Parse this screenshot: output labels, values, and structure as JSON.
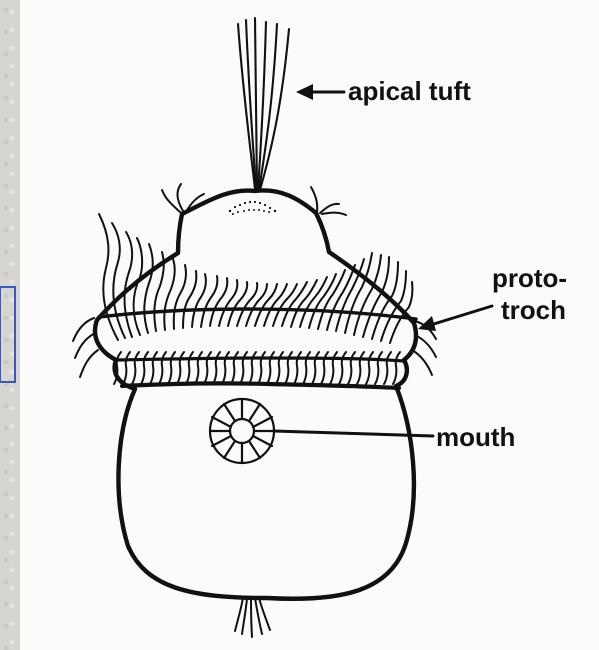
{
  "diagram": {
    "labels": {
      "apical_tuft": "apical tuft",
      "prototroch_line1": "proto-",
      "prototroch_line2": "troch",
      "mouth": "mouth"
    }
  }
}
